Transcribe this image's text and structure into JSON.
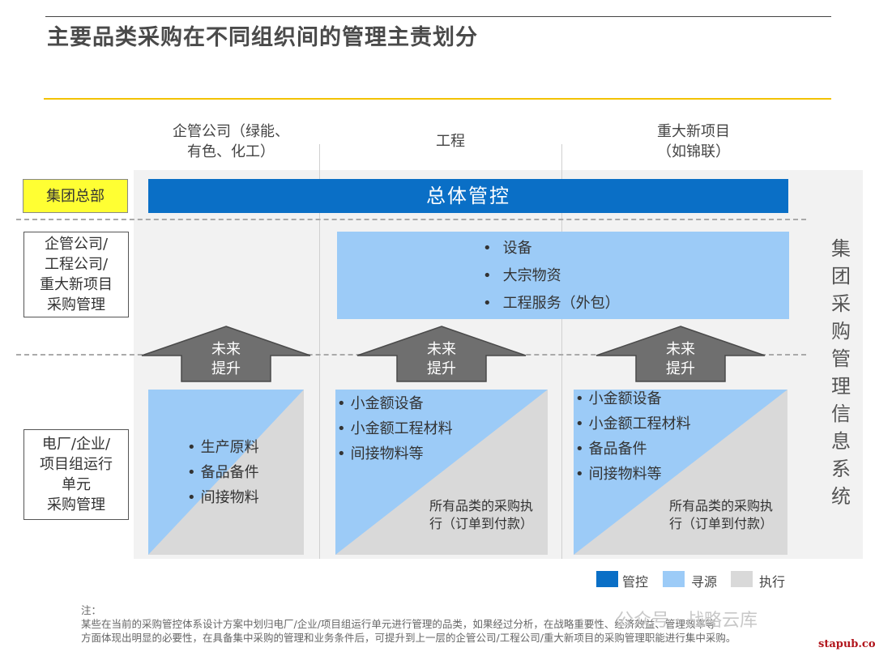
{
  "title": "主要品类采购在不同组织间的管理主责划分",
  "columns": [
    {
      "line1": "企管公司（绿能、",
      "line2": "有色、化工）"
    },
    {
      "line1": "工程",
      "line2": ""
    },
    {
      "line1": "重大新项目",
      "line2": "（如锦联）"
    }
  ],
  "rows": {
    "hq": "集团总部",
    "mid": [
      "企管公司/",
      "工程公司/",
      "重大新项目",
      "采购管理"
    ],
    "unit": [
      "电厂/企业/",
      "项目组运行",
      "单元",
      "采购管理"
    ]
  },
  "control_bar": "总体管控",
  "sourcing_items": [
    "设备",
    "大宗物资",
    "工程服务（外包）"
  ],
  "arrows": [
    {
      "line1": "未来",
      "line2": "提升"
    },
    {
      "line1": "未来",
      "line2": "提升"
    },
    {
      "line1": "未来",
      "line2": "提升"
    }
  ],
  "execution": [
    {
      "items": [
        "生产原料",
        "备品备件",
        "间接物料"
      ],
      "text1": "",
      "text2": ""
    },
    {
      "items": [
        "小金额设备",
        "小金额工程材料",
        "间接物料等"
      ],
      "text1": "所有品类的采购执",
      "text2": "行（订单到付款）"
    },
    {
      "items": [
        "小金额设备",
        "小金额工程材料",
        "备品备件",
        "间接物料等"
      ],
      "text1": "所有品类的采购执",
      "text2": "行（订单到付款）"
    }
  ],
  "system_label": "集团采购管理信息系统",
  "legend": [
    {
      "label": "管控",
      "color": "#0a6fc6"
    },
    {
      "label": "寻源",
      "color": "#9ccbf7"
    },
    {
      "label": "执行",
      "color": "#d9d9d9"
    }
  ],
  "note": {
    "prefix": "注：",
    "line1": "某些在当前的采购管控体系设计方案中划归电厂/企业/项目组运行单元进行管理的品类，如果经过分析，在战略重要性、经济效益、管理效率等",
    "line2": "方面体现出明显的必要性，在具备集中采购的管理和业务条件后，可提升到上一层的企管公司/工程公司/重大新项目的采购管理职能进行集中采购。"
  },
  "watermark": "公众号 · 战略云库",
  "site": "stapub.com"
}
